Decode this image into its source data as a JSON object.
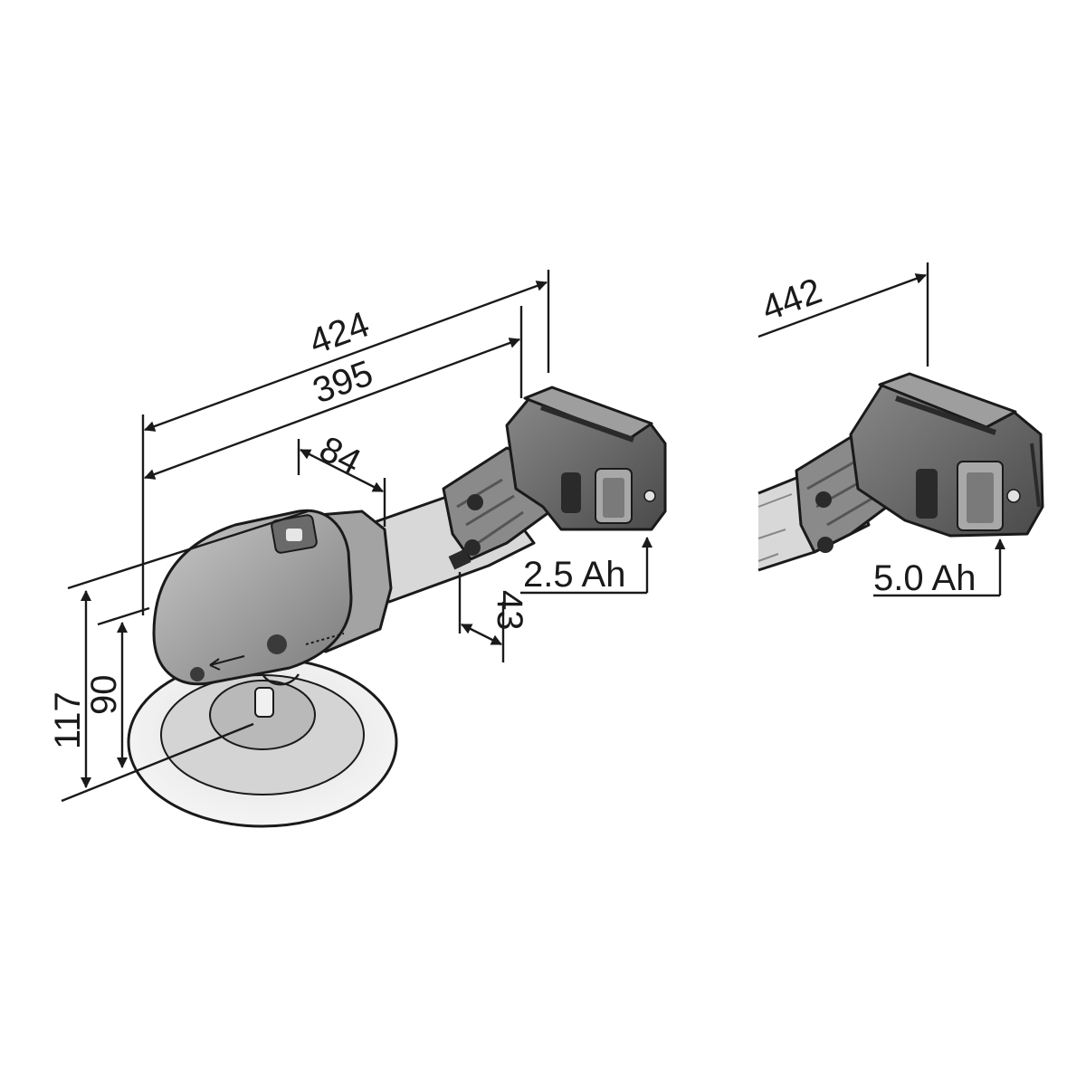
{
  "dimensions": {
    "length_2_5ah": "424",
    "length_body": "395",
    "head_length": "84",
    "grip_offset": "43",
    "height_total": "117",
    "height_head": "90",
    "length_5_0ah": "442"
  },
  "batteries": {
    "small": "2.5 Ah",
    "large": "5.0 Ah"
  },
  "colors": {
    "line": "#1a1a1a",
    "body_dark": "#6f6f6f",
    "body_mid": "#9a9a9a",
    "body_light": "#c8c8c8",
    "pad": "#f2f2f2"
  }
}
